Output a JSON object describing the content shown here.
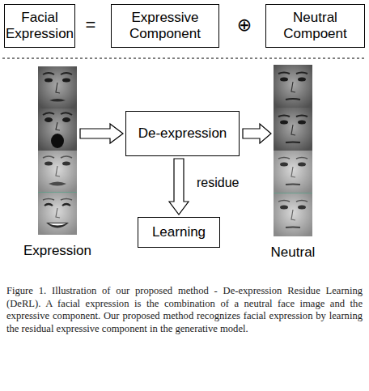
{
  "diagram": {
    "caption": "Figure 1. Illustration of our proposed method - De-expression Residue Learning (DeRL). A facial expression is the combination of a neutral face image and the expressive component. Our proposed method recognizes facial expression by learning the residual expressive component in the generative model.",
    "nodes": [
      {
        "text": [
          "Facial Expression"
        ]
      },
      {
        "text": [
          "Expressive Component"
        ]
      },
      {
        "text": [
          "Neutral Compoent"
        ]
      },
      {
        "text": [
          "Expression"
        ]
      },
      {
        "text": [
          "De-expression"
        ]
      },
      {
        "text": [
          "Neutral"
        ]
      },
      {
        "text": [
          "Learning"
        ]
      }
    ],
    "edges": [
      {
        "from": 3,
        "to": 4,
        "arrow": "to"
      },
      {
        "from": 4,
        "to": 5,
        "arrow": "to"
      },
      {
        "from": 4,
        "to": 6,
        "label": "residue",
        "arrow": "to"
      }
    ],
    "labels": [
      "=",
      "⊕"
    ]
  }
}
